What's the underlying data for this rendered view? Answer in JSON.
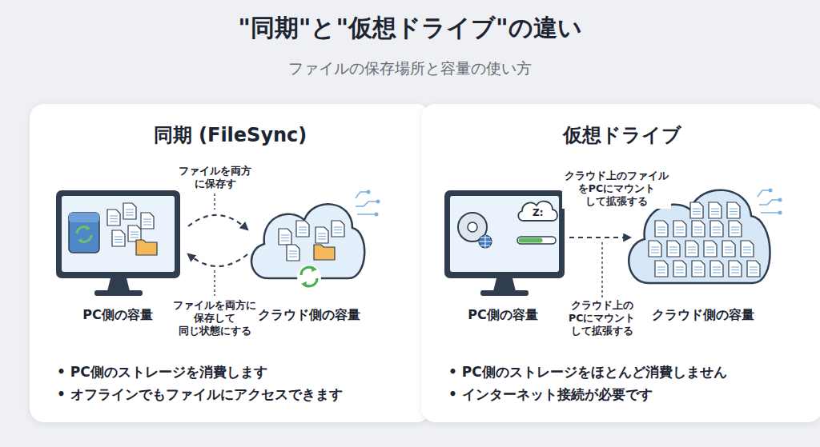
{
  "diagram": {
    "title": "\"同期\"と\"仮想ドライブ\"の違い",
    "caption": "ファイルの保存場所と容量の使い方",
    "nodes": [
      {
        "text": [
          "同期 (FileSync)",
          "• PC側のストレージを消費します",
          "• オフラインでもファイルにアクセスできます"
        ]
      },
      {
        "text": [
          "PC側の容量"
        ],
        "in": 0
      },
      {
        "text": [
          "クラウド側の容量"
        ],
        "in": 0
      },
      {
        "text": [
          "仮想ドライブ",
          "• PC側のストレージをほとんど消費しません",
          "• インターネット接続が必要です"
        ]
      },
      {
        "text": [
          "PC側の容量"
        ],
        "in": 3
      },
      {
        "text": [
          "クラウド側の容量"
        ],
        "in": 3
      }
    ],
    "edges": [
      {
        "from": 1,
        "to": 2,
        "arrow": "to",
        "label": "ファイルを両方 に保存す"
      },
      {
        "from": 2,
        "to": 1,
        "arrow": "to",
        "label": "ファイルを両方に 保存して 同じ状態にする"
      },
      {
        "from": 4,
        "to": 5,
        "arrow": "to",
        "label": "クラウド上のファイル をPCにマウント して拡張する"
      }
    ],
    "labels": [
      "Z:",
      "クラウド上の PCにマウント して拡張する"
    ]
  }
}
